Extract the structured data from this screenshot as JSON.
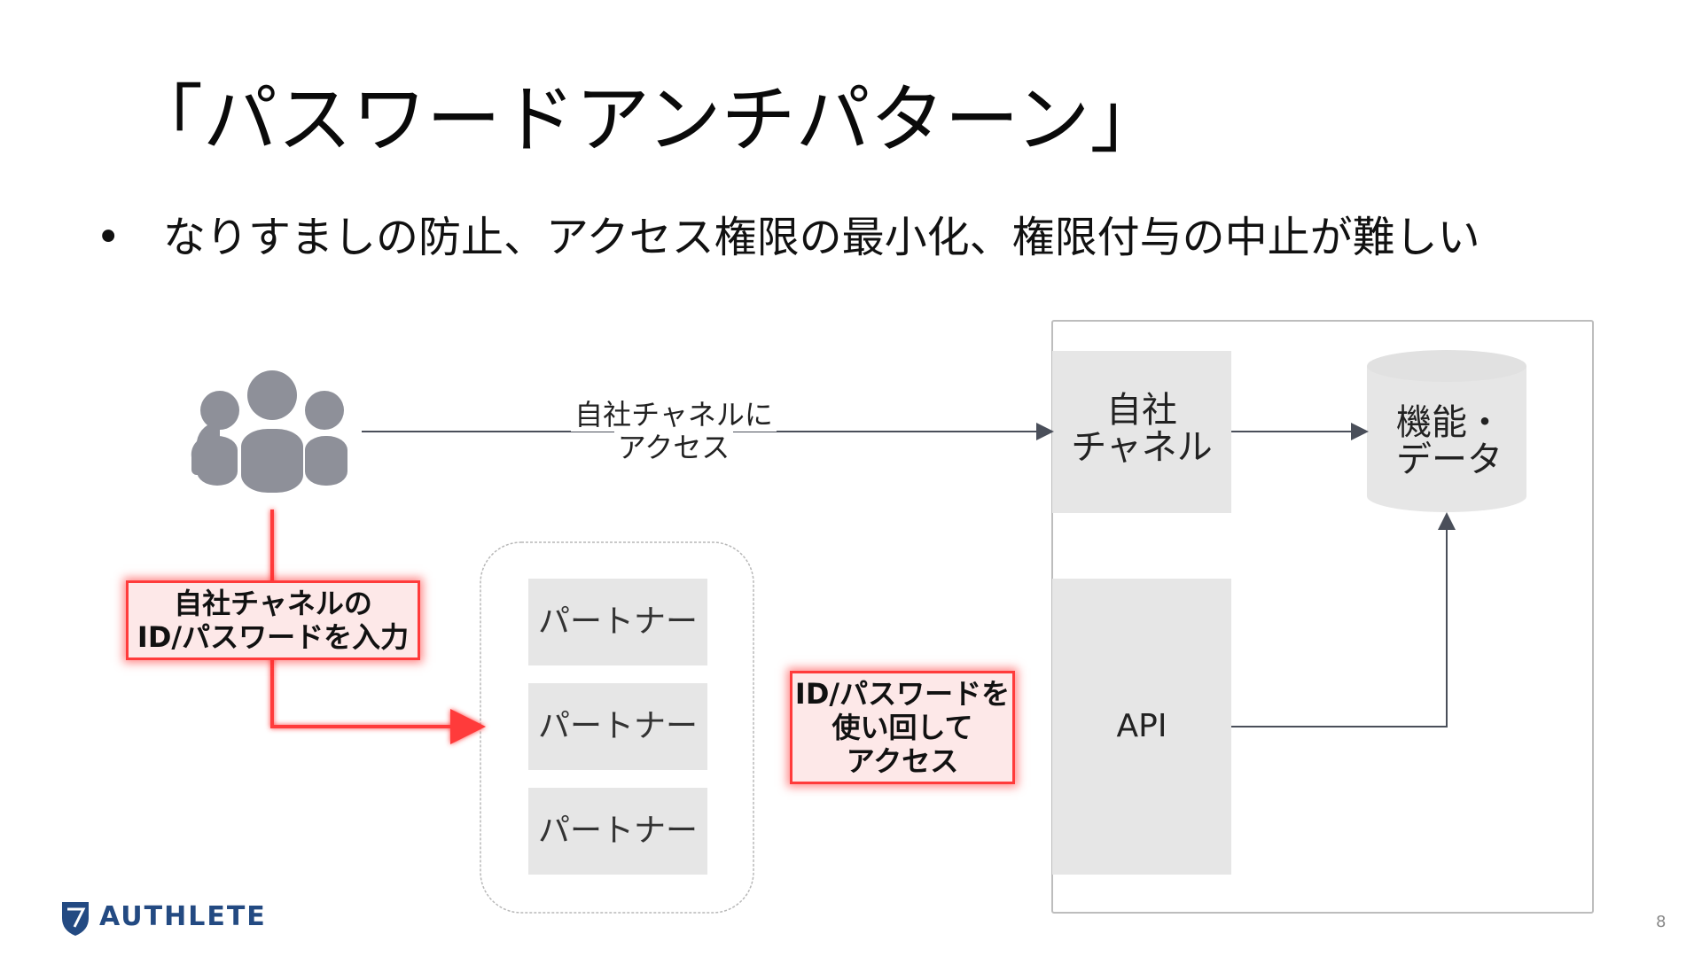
{
  "slide": {
    "title": "「パスワードアンチパターン」",
    "bullet_marker": "•",
    "bullet": "なりすましの防止、アクセス権限の最小化、権限付与の中止が難しい",
    "page_number": "8"
  },
  "diagram": {
    "user_group": "users-icon",
    "direct_access_label": [
      "自社チャネルに",
      "アクセス"
    ],
    "own_channel_label": [
      "自社",
      "チャネル"
    ],
    "function_data_label": [
      "機能・",
      "データ"
    ],
    "api_label": "API",
    "partners": [
      "パートナー",
      "パートナー",
      "パートナー"
    ],
    "callout_enter": [
      "自社チャネルの",
      "ID/パスワードを入力"
    ],
    "callout_reuse": [
      "ID/パスワードを",
      "使い回して",
      "アクセス"
    ],
    "colors": {
      "icon_gray": "#8e9099",
      "box_gray": "#e6e6e6",
      "line": "#4a4f5a",
      "highlight_red": "#ff3b3b",
      "highlight_fill": "#fde8e8"
    }
  },
  "footer": {
    "logo_text": "AUTHLETE",
    "logo_icon": "authlete-shield-icon"
  }
}
